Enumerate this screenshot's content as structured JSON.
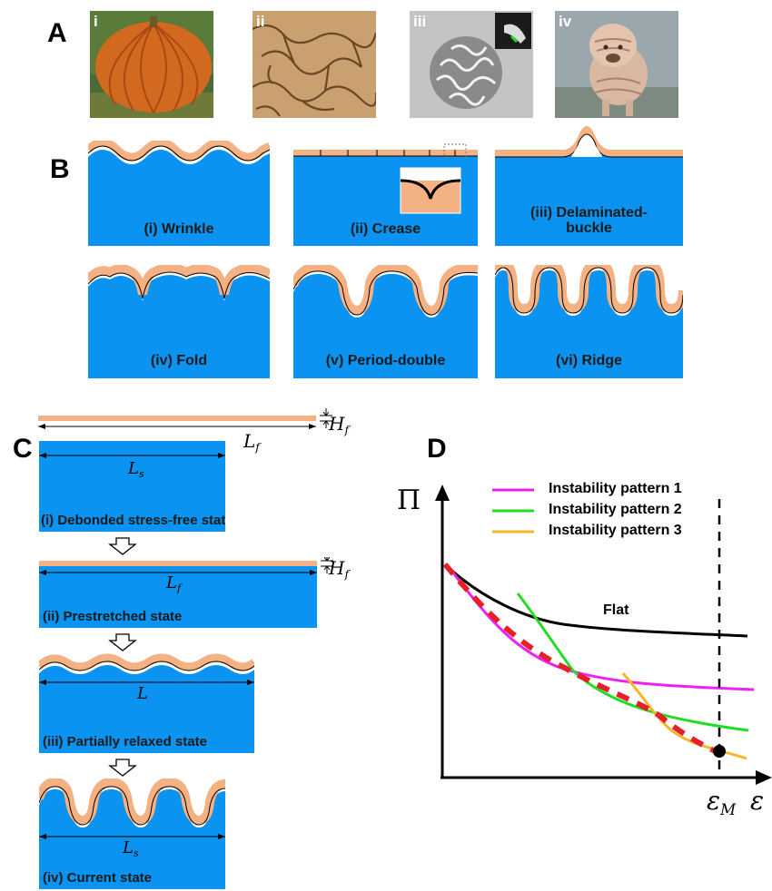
{
  "panels": {
    "a": "A",
    "b": "B",
    "c": "C",
    "d": "D"
  },
  "panel_a": {
    "tags": [
      "i",
      "ii",
      "iii",
      "iv"
    ]
  },
  "panel_b": {
    "labels": [
      "(i) Wrinkle",
      "(ii) Crease",
      "(iii) Delaminated-\nbuckle",
      "(iv) Fold",
      "(v) Period-double",
      "(vi) Ridge"
    ]
  },
  "panel_c": {
    "states": [
      "(i) Debonded stress-free state",
      "(ii) Prestretched state",
      "(iii) Partially relaxed state",
      "(iv) Current state"
    ],
    "sym_L": "L",
    "sub_f": "f",
    "sub_s": "s",
    "sym_H": "H"
  },
  "panel_d": {
    "y_symbol": "Π",
    "x_symbol": "ε",
    "marker_symbol": "ε",
    "marker_sub": "M",
    "flat_label": "Flat",
    "legend": [
      "Instability pattern 1",
      "Instability pattern 2",
      "Instability pattern 3"
    ]
  },
  "colors": {
    "substrate": "#0a93f0",
    "film": "#f4b183",
    "pattern1": "#ee22ee",
    "pattern2": "#22dd22",
    "pattern3": "#f7b52a",
    "envelope": "#e6202a"
  }
}
